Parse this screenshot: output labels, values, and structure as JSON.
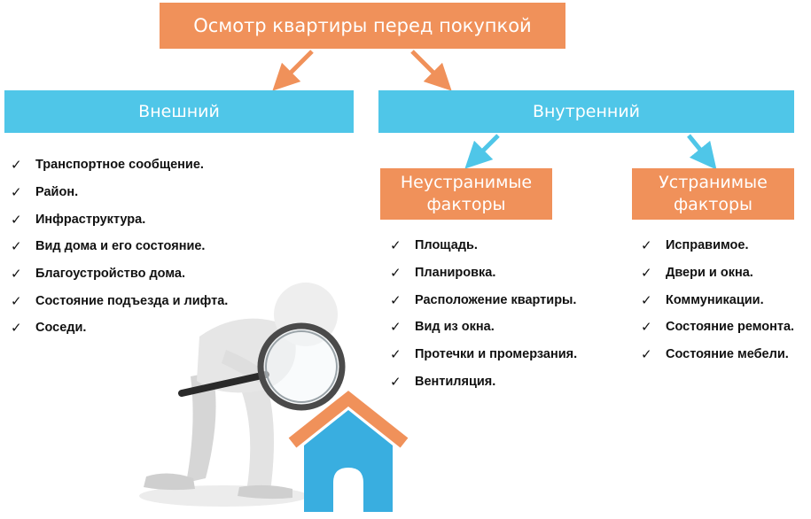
{
  "title": "Осмотр квартиры перед покупкой",
  "external": {
    "heading": "Внешний",
    "items": [
      "Транспортное сообщение.",
      "Район.",
      "Инфраструктура.",
      "Вид дома и его состояние.",
      "Благоустройство дома.",
      "Состояние подъезда и лифта.",
      "Соседи."
    ]
  },
  "internal": {
    "heading": "Внутренний",
    "fixed": {
      "heading_line1": "Неустранимые",
      "heading_line2": "факторы",
      "items": [
        "Площадь.",
        "Планировка.",
        "Расположение квартиры.",
        "Вид из окна.",
        "Протечки и промерзания.",
        "Вентиляция."
      ]
    },
    "removable": {
      "heading_line1": "Устранимые",
      "heading_line2": "факторы",
      "items": [
        "Исправимое.",
        "Двери и окна.",
        "Коммуникации.",
        "Состояние ремонта.",
        "Состояние мебели."
      ]
    }
  },
  "check_symbol": "✓",
  "colors": {
    "orange": "#f0915a",
    "blue": "#4fc6e8",
    "house_blue": "#39aee0",
    "house_roof": "#f0915a"
  },
  "illustration": {
    "icon": "person-with-magnifier-and-house-icon"
  }
}
